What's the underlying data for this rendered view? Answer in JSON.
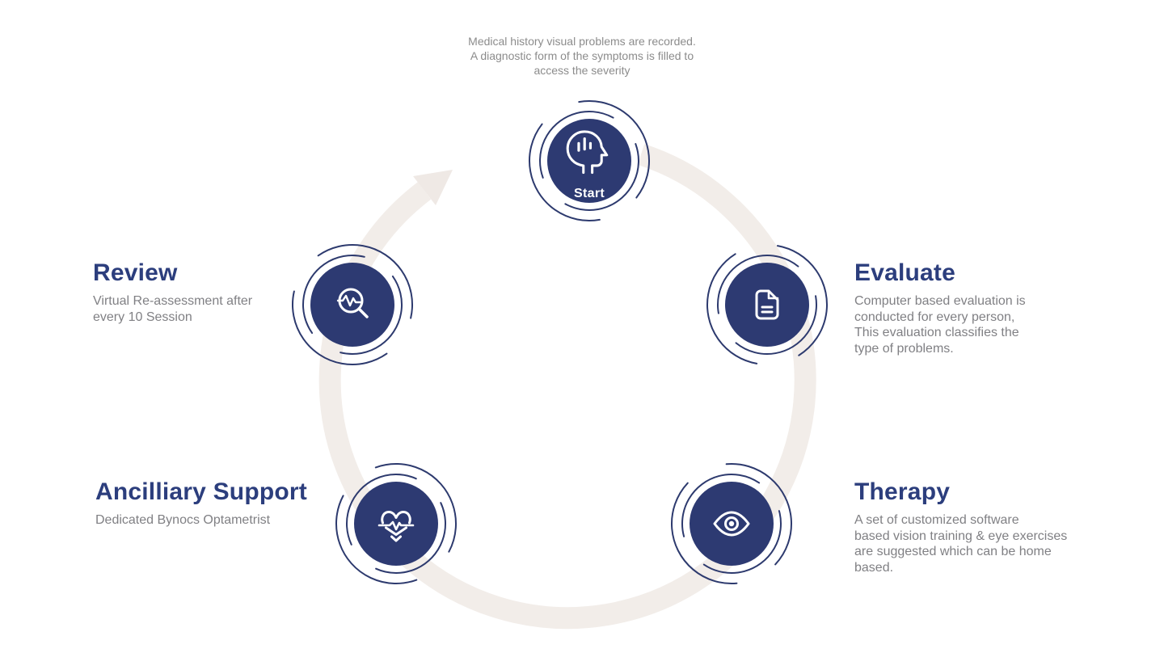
{
  "colors": {
    "navy": "#2d3a72",
    "ring": "#2d3a6e",
    "title": "#2c3e7d",
    "body": "#808084",
    "caption": "#8c8c8c",
    "arc": "#f2ede9",
    "arrow": "#efe9e5",
    "icon": "#ffffff"
  },
  "diagram": {
    "caption": "Medical history visual problems are recorded.\nA diagnostic form of the symptoms is filled to\naccess the severity",
    "cycle_arrow": "clockwise-cycle-arrow",
    "nodes": {
      "start": {
        "label": "Start",
        "icon": "head-voice-icon"
      },
      "evaluate": {
        "title": "Evaluate",
        "icon": "document-icon",
        "description": "Computer based evaluation is\nconducted for every person,\nThis evaluation classifies the\ntype of problems."
      },
      "therapy": {
        "title": "Therapy",
        "icon": "eye-icon",
        "description": "A set of customized software\nbased vision training & eye exercises\nare suggested which can be home\nbased."
      },
      "ancilliary_support": {
        "title": "Ancilliary Support",
        "icon": "heart-pulse-icon",
        "description": "Dedicated Bynocs Optametrist"
      },
      "review": {
        "title": "Review",
        "icon": "search-pulse-icon",
        "description": "Virtual Re-assessment after\nevery 10 Session"
      }
    }
  }
}
